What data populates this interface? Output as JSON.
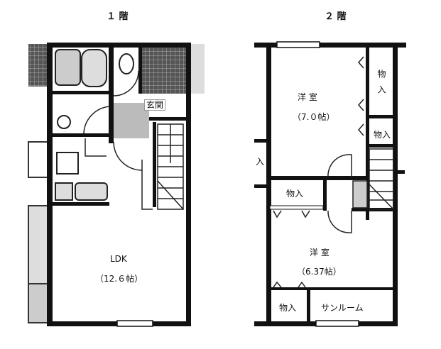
{
  "floor1": {
    "title": "１ 階",
    "rooms": {
      "entrance": "玄関",
      "ldk": "LDK",
      "ldk_size": "（12.６帖）"
    }
  },
  "floor2": {
    "title": "２ 階",
    "rooms": {
      "western_room_1": "洋 室",
      "western_room_1_size": "（7.０帖）",
      "closet_1": "物入",
      "closet_2": "物入",
      "closet_neighbor_partial": "入",
      "closet_3": "物入",
      "western_room_2": "洋 室",
      "western_room_2_size": "（6.37帖）",
      "closet_4": "物入",
      "sunroom": "サンルーム"
    }
  },
  "colors": {
    "wall": "#111111",
    "tile": "#6a6a6a",
    "fixture": "#bdbdbd"
  }
}
